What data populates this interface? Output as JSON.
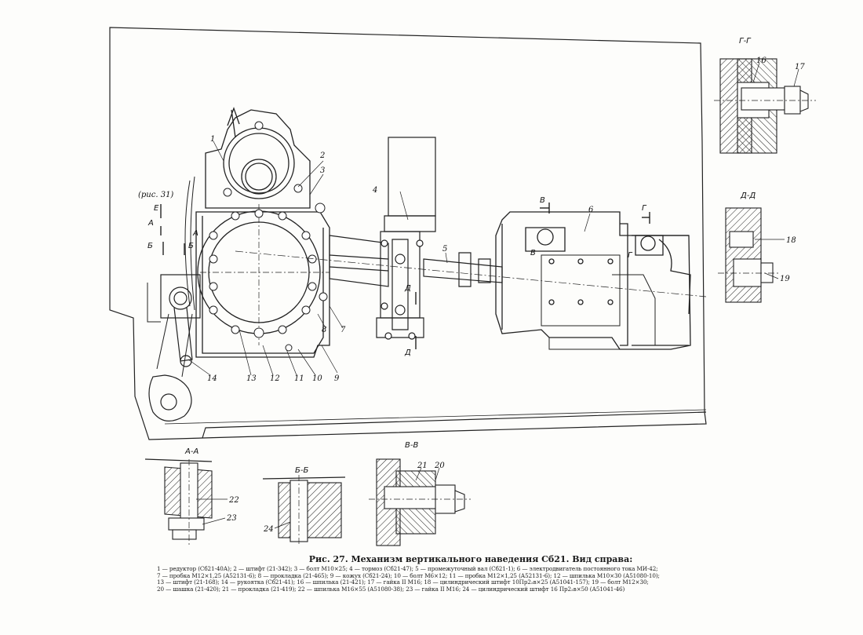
{
  "ref_label": "(рис. 31)",
  "section_titles": {
    "aa": "А-А",
    "bb": "Б-Б",
    "vv": "В-В",
    "gg": "Г-Г",
    "dd": "Д-Д"
  },
  "section_marks": {
    "a": "А",
    "b": "Б",
    "e": "Е",
    "v": "В",
    "g": "Г",
    "d": "Д"
  },
  "part_numbers": [
    "1",
    "2",
    "3",
    "4",
    "5",
    "6",
    "7",
    "8",
    "9",
    "10",
    "11",
    "12",
    "13",
    "14",
    "16",
    "17",
    "18",
    "19",
    "20",
    "21",
    "22",
    "23",
    "24"
  ],
  "caption": {
    "title": "Рис. 27. Механизм вертикального наведения Сб21. Вид справа:",
    "lines": [
      "1 — редуктор (Сб21-40А); 2 — штифт (21-342); 3 — болт М10×25; 4 — тормоз (Сб21-47); 5 — промежуточный вал (Сб21-1); 6 — электродвигатель постоянного тока МИ-42;",
      "7 — пробка М12×1,25 (А52131-6); 8 — прокладка (21-465); 9 — кожух (Сб21-24); 10 — болт М6×12; 11 — пробка М12×1,25 (А52131-6); 12 — шпилька М10×30 (А51080-10);",
      "13 — штифт (21-168); 14 — рукоятка (Сб21-41); 16 — шпилька (21-421); 17 — гайка II М16; 18 — цилиндрический штифт 10Пр2₂в×25 (А51041-157); 19 — болт М12×30;",
      "20 — шашка (21-420); 21 — прокладка (21-419); 22 — шпилька М16×55 (А51080-38); 23 — гайка II М16; 24 — цилиндрический штифт 16 Пр2₂в×50 (А51041-46)"
    ]
  }
}
